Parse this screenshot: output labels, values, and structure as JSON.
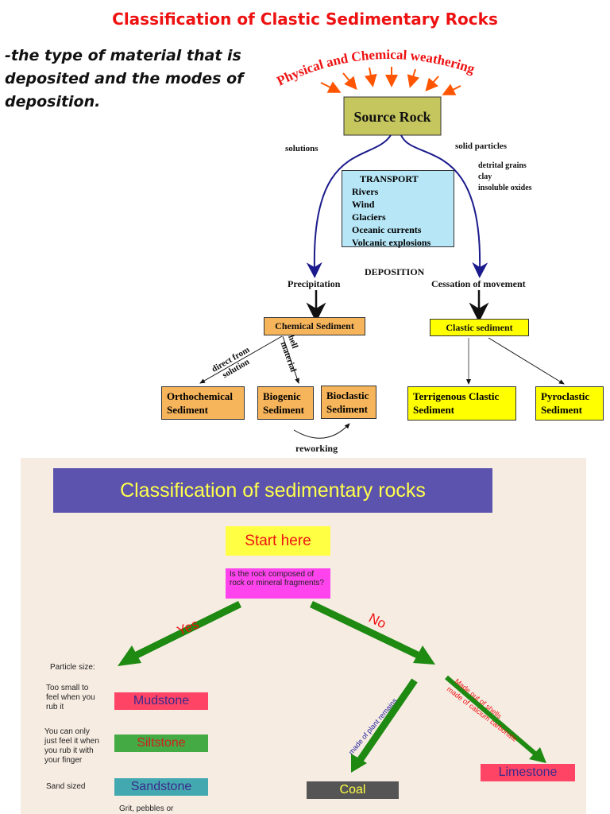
{
  "header": {
    "title": "Classification of Clastic Sedimentary Rocks",
    "subtitle": "-the type of material that is deposited and the modes of deposition."
  },
  "diagram1": {
    "weathering_label": "Physical and Chemical weathering",
    "source_rock": "Source Rock",
    "solutions": "solutions",
    "solid_particles": "solid particles",
    "solid_items": [
      "detrital grains",
      "clay",
      "insoluble oxides"
    ],
    "transport_title": "TRANSPORT",
    "transport_items": [
      "Rivers",
      "Wind",
      "Glaciers",
      "Oceanic currents",
      "Volcanic explosions"
    ],
    "deposition": "DEPOSITION",
    "precipitation": "Precipitation",
    "cessation": "Cessation of movement",
    "chemical_sediment": "Chemical Sediment",
    "clastic_sediment": "Clastic sediment",
    "direct_from_1": "direct from",
    "direct_from_2": "solution",
    "shell_1": "shell",
    "shell_2": "material",
    "orthochemical_1": "Orthochemical",
    "orthochemical_2": "Sediment",
    "biogenic_1": "Biogenic",
    "biogenic_2": "Sediment",
    "bioclastic_1": "Bioclastic",
    "bioclastic_2": "Sediment",
    "terrigenous_1": "Terrigenous Clastic",
    "terrigenous_2": "Sediment",
    "pyroclastic_1": "Pyroclastic",
    "pyroclastic_2": "Sediment",
    "reworking": "reworking",
    "colors": {
      "title_red": "#ee1111",
      "source_rock": "#c6c65e",
      "transport": "#b7e7f7",
      "orange": "#f6b45b",
      "yellow": "#ffff00",
      "arrow_blue": "#1a1a8c"
    }
  },
  "diagram2": {
    "banner": "Classification of sedimentary rocks",
    "start": "Start here",
    "question": "Is the rock composed of rock or mineral fragments?",
    "yes": "Yes",
    "no": "No",
    "particle_size": "Particle size:",
    "desc_1a": "Too small to",
    "desc_1b": "feel when you",
    "desc_1c": "rub it",
    "desc_2a": "You can only",
    "desc_2b": "just feel it when",
    "desc_2c": "you rub it with",
    "desc_2d": "your finger",
    "desc_3": "Sand sized",
    "desc_4": "Grit, pebbles or",
    "mudstone": "Mudstone",
    "siltstone": "Siltstone",
    "sandstone": "Sandstone",
    "coal": "Coal",
    "limestone": "Limestone",
    "plant": "made of plant remains",
    "shells_1": "Made out of shells",
    "shells_2": "made of calcium carbonate",
    "colors": {
      "banner_bg": "#5b53ad",
      "banner_text": "#ffff4d",
      "start_bg": "#ffff44",
      "question_bg": "#ff44ee",
      "arrow_green": "#1e8a12",
      "mudstone_bg": "#ff4466",
      "siltstone_bg": "#44aa44",
      "sandstone_bg": "#44a8b0",
      "coal_bg": "#555555",
      "limestone_bg": "#ff4466"
    }
  }
}
